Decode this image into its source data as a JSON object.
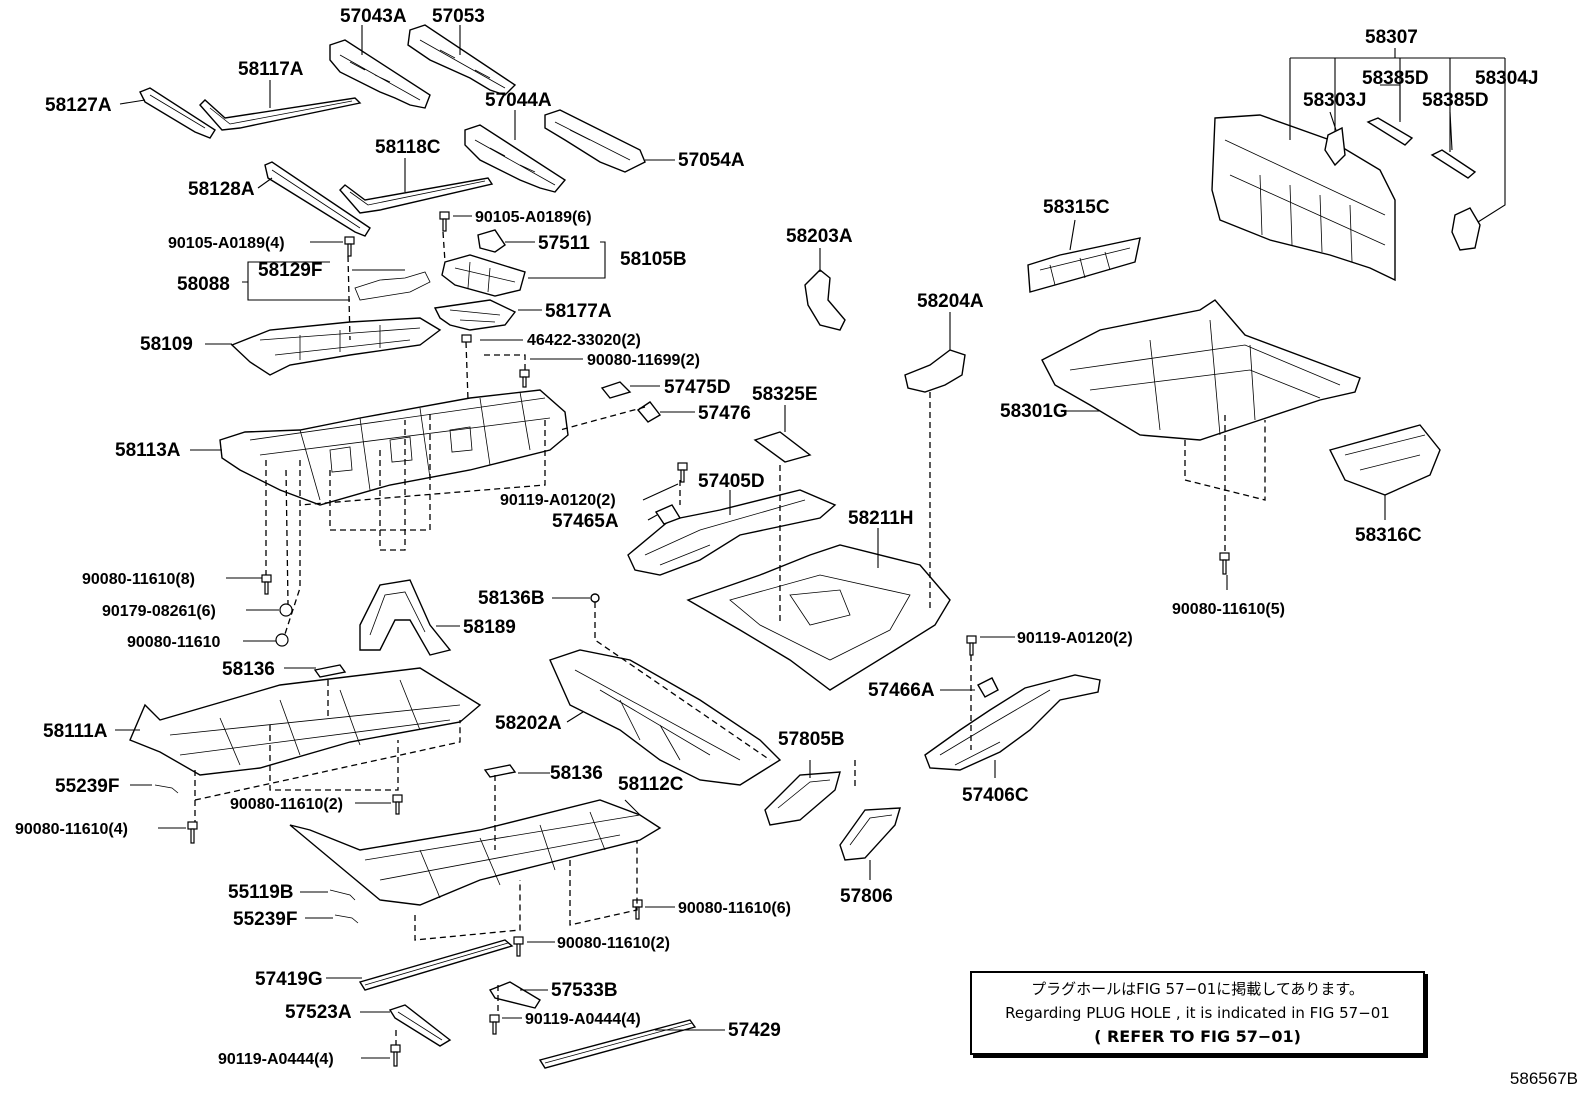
{
  "labels": {
    "p57043A": "57043A",
    "p57053": "57053",
    "p58117A": "58117A",
    "p58127A": "58127A",
    "p57044A": "57044A",
    "p58118C": "58118C",
    "p57054A": "57054A",
    "p58128A": "58128A",
    "p90105_6": "90105-A0189(6)",
    "p90105_4": "90105-A0189(4)",
    "p57511": "57511",
    "p58105B": "58105B",
    "p58129F": "58129F",
    "p58088": "58088",
    "p58177A": "58177A",
    "p58109": "58109",
    "p46422": "46422-33020(2)",
    "p90080_11699": "90080-11699(2)",
    "p57475D": "57475D",
    "p57476": "57476",
    "p58113A": "58113A",
    "p58325E": "58325E",
    "p57405D": "57405D",
    "p90119_A0120_a": "90119-A0120(2)",
    "p57465A": "57465A",
    "p58211H": "58211H",
    "p90080_8": "90080-11610(8)",
    "p90179": "90179-08261(6)",
    "p90080_single": "90080-11610",
    "p58136_a": "58136",
    "p58189": "58189",
    "p58136B": "58136B",
    "p58111A": "58111A",
    "p58202A": "58202A",
    "p55239F_a": "55239F",
    "p90080_2a": "90080-11610(2)",
    "p90080_4": "90080-11610(4)",
    "p58136_b": "58136",
    "p58112C": "58112C",
    "p57805B": "57805B",
    "p55119B": "55119B",
    "p55239F_b": "55239F",
    "p90080_6": "90080-11610(6)",
    "p90080_2b": "90080-11610(2)",
    "p57806": "57806",
    "p57419G": "57419G",
    "p57533B": "57533B",
    "p57523A": "57523A",
    "p90119_A0444_a": "90119-A0444(4)",
    "p57429": "57429",
    "p90119_A0444_b": "90119-A0444(4)",
    "p58203A": "58203A",
    "p58204A": "58204A",
    "p58315C": "58315C",
    "p58307": "58307",
    "p58385D_a": "58385D",
    "p58304J": "58304J",
    "p58303J": "58303J",
    "p58385D_b": "58385D",
    "p58301G": "58301G",
    "p58316C": "58316C",
    "p90080_5": "90080-11610(5)",
    "p90119_A0120_b": "90119-A0120(2)",
    "p57466A": "57466A",
    "p57406C": "57406C"
  },
  "note": {
    "line1": "プラグホールはFIG 57−01に掲載してあります。",
    "line2": "Regarding PLUG HOLE , it is indicated in FIG 57−01",
    "line3": "( REFER TO FIG 57−01)"
  },
  "figure_id": "586567B"
}
